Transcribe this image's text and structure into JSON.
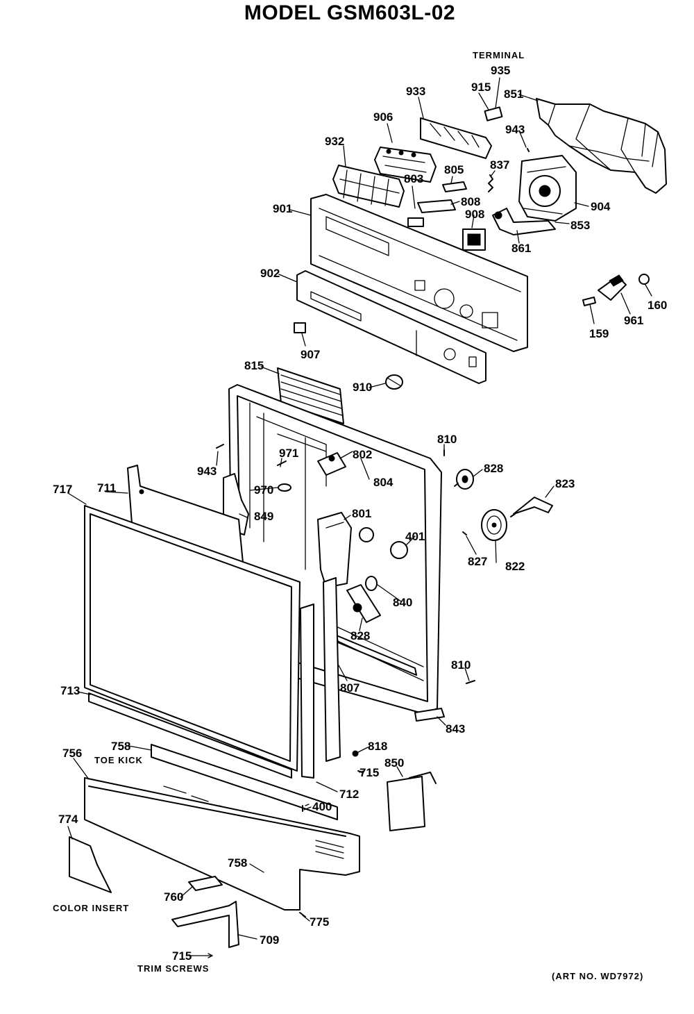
{
  "title": "MODEL GSM603L-02",
  "art_no": "(ART NO. WD7972)",
  "captions": {
    "terminal": "TERMINAL",
    "toe_kick": "TOE KICK",
    "color_insert": "COLOR INSERT",
    "trim_screws": "TRIM SCREWS"
  },
  "parts": {
    "p935": "935",
    "p933": "933",
    "p915_top": "915",
    "p851": "851",
    "p943_top": "943",
    "p906": "906",
    "p932": "932",
    "p805": "805",
    "p837": "837",
    "p803": "803",
    "p808": "808",
    "p901": "901",
    "p908": "908",
    "p904": "904",
    "p853": "853",
    "p861": "861",
    "p902": "902",
    "p160": "160",
    "p159": "159",
    "p961": "961",
    "p907": "907",
    "p815": "815",
    "p910": "910",
    "p810_top": "810",
    "p943_mid": "943",
    "p971": "971",
    "p802": "802",
    "p804": "804",
    "p828_right": "828",
    "p823": "823",
    "p717": "717",
    "p711": "711",
    "p970": "970",
    "p849": "849",
    "p801": "801",
    "p401": "401",
    "p827": "827",
    "p822": "822",
    "p840": "840",
    "p828_mid": "828",
    "p810_bot": "810",
    "p807": "807",
    "p713": "713",
    "p843": "843",
    "p758_top": "758",
    "p756": "756",
    "p818": "818",
    "p850": "850",
    "p715_mid": "715",
    "p712": "712",
    "p400": "400",
    "p774": "774",
    "p758_bot": "758",
    "p760": "760",
    "p775": "775",
    "p709": "709",
    "p715_bot": "715"
  }
}
